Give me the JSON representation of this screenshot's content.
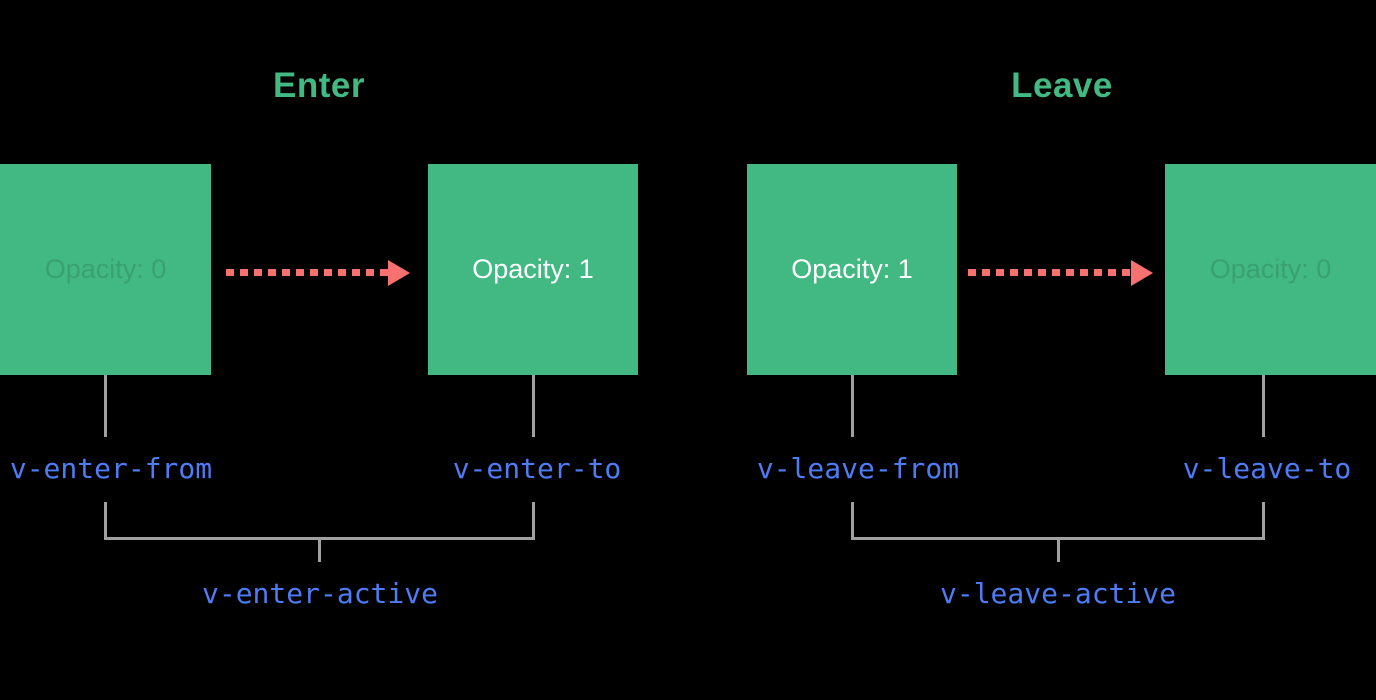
{
  "colors": {
    "background": "#000000",
    "box_green": "#42b883",
    "title_green": "#42b883",
    "class_label_blue": "#4d7cf5",
    "arrow_red": "#f87171",
    "connector_gray": "#a0a0a0",
    "box_text_white": "#ffffff"
  },
  "icons": {
    "enter_arrow": "dashed-arrow-right",
    "leave_arrow": "dashed-arrow-right"
  },
  "enter": {
    "title": "Enter",
    "from_box_label": "Opacity: 0",
    "to_box_label": "Opacity: 1",
    "from_class": "v-enter-from",
    "to_class": "v-enter-to",
    "active_class": "v-enter-active"
  },
  "leave": {
    "title": "Leave",
    "from_box_label": "Opacity: 1",
    "to_box_label": "Opacity: 0",
    "from_class": "v-leave-from",
    "to_class": "v-leave-to",
    "active_class": "v-leave-active"
  }
}
